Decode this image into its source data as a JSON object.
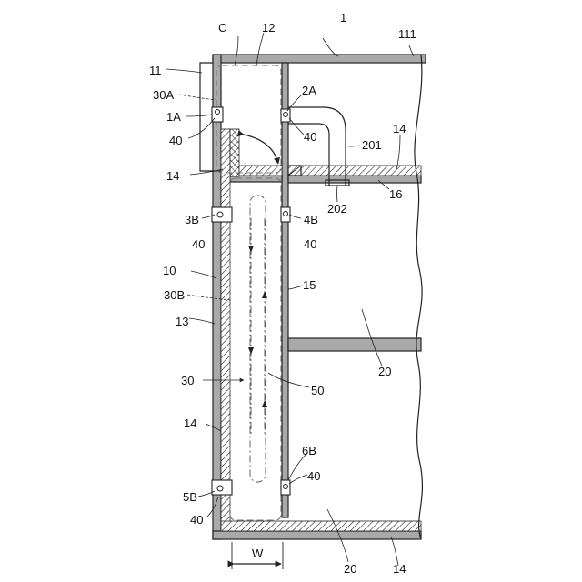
{
  "labels": {
    "l1": "1",
    "l111": "111",
    "l11": "11",
    "l12": "12",
    "lC": "C",
    "l30A": "30A",
    "l1A": "1A",
    "l40a": "40",
    "l2A": "2A",
    "l40b": "40",
    "l201": "201",
    "l14a": "14",
    "l14b": "14",
    "l16": "16",
    "l202": "202",
    "l3B": "3B",
    "l4B": "4B",
    "l40c": "40",
    "l40d": "40",
    "l10": "10",
    "l30B": "30B",
    "l15": "15",
    "l13": "13",
    "l20a": "20",
    "l30": "30",
    "l50": "50",
    "l14c": "14",
    "l6B": "6B",
    "l40e": "40",
    "l5B": "5B",
    "l40f": "40",
    "l20b": "20",
    "l14d": "14",
    "lW": "W"
  }
}
